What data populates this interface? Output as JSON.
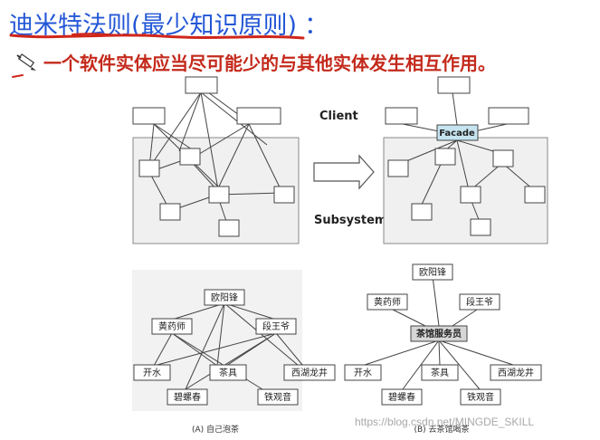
{
  "header": {
    "title": "迪米特法则(最少知识原则)",
    "colon": "：",
    "subtitle": "一个软件实体应当尽可能少的与其他实体发生相互作用。"
  },
  "facade_diagram": {
    "client_label": "Client",
    "subsystem_label": "Subsystem",
    "facade_label": "Facade"
  },
  "tea_diagrams": {
    "left": {
      "nodes": {
        "ouyangfeng": "欧阳锋",
        "huangyaoshi": "黄药师",
        "duanwangye": "段王爷",
        "kaishui": "开水",
        "chaju": "茶具",
        "xihulongjing": "西湖龙井",
        "biluochun": "碧螺春",
        "tieguanyin": "铁观音"
      },
      "caption": "(A) 自己泡茶"
    },
    "right": {
      "nodes": {
        "ouyangfeng": "欧阳锋",
        "huangyaoshi": "黄药师",
        "duanwangye": "段王爷",
        "waiter": "茶馆服务员",
        "kaishui": "开水",
        "chaju": "茶具",
        "xihulongjing": "西湖龙井",
        "biluochun": "碧螺春",
        "tieguanyin": "铁观音"
      },
      "caption": "(B) 去茶馆喝茶"
    }
  },
  "watermark": "https://blog.csdn.net/MINGDE_SKILL",
  "colors": {
    "title": "#2457d6",
    "subtitle": "#c42a1c",
    "facade_fill": "#c6e4f0",
    "waiter_fill": "#d6d6d6",
    "subsystem_fill": "#f0f0f0"
  }
}
